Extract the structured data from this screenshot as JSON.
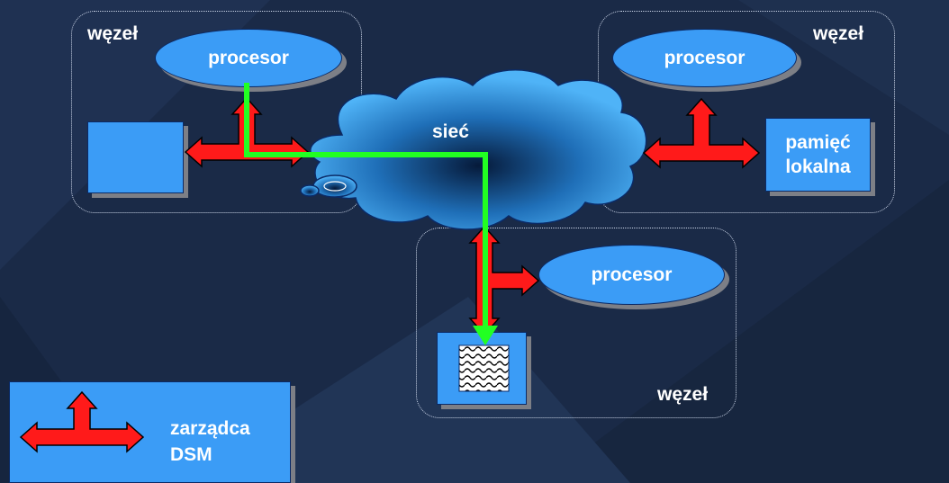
{
  "colors": {
    "background": "#1a2a47",
    "shape_fill": "#3b9cf6",
    "shape_border": "#0b2a66",
    "arrow": "#ff1a1a",
    "path": "#22ff22",
    "shadow": "#7d7f86"
  },
  "nodes": {
    "left": {
      "label": "węzeł",
      "processor": "procesor"
    },
    "right": {
      "label": "węzeł",
      "processor": "procesor",
      "memory_line1": "pamięć",
      "memory_line2": "lokalna"
    },
    "bottom": {
      "label": "węzeł",
      "processor": "procesor"
    }
  },
  "network": {
    "label": "sieć"
  },
  "legend": {
    "line1": "zarządca",
    "line2": "DSM"
  }
}
